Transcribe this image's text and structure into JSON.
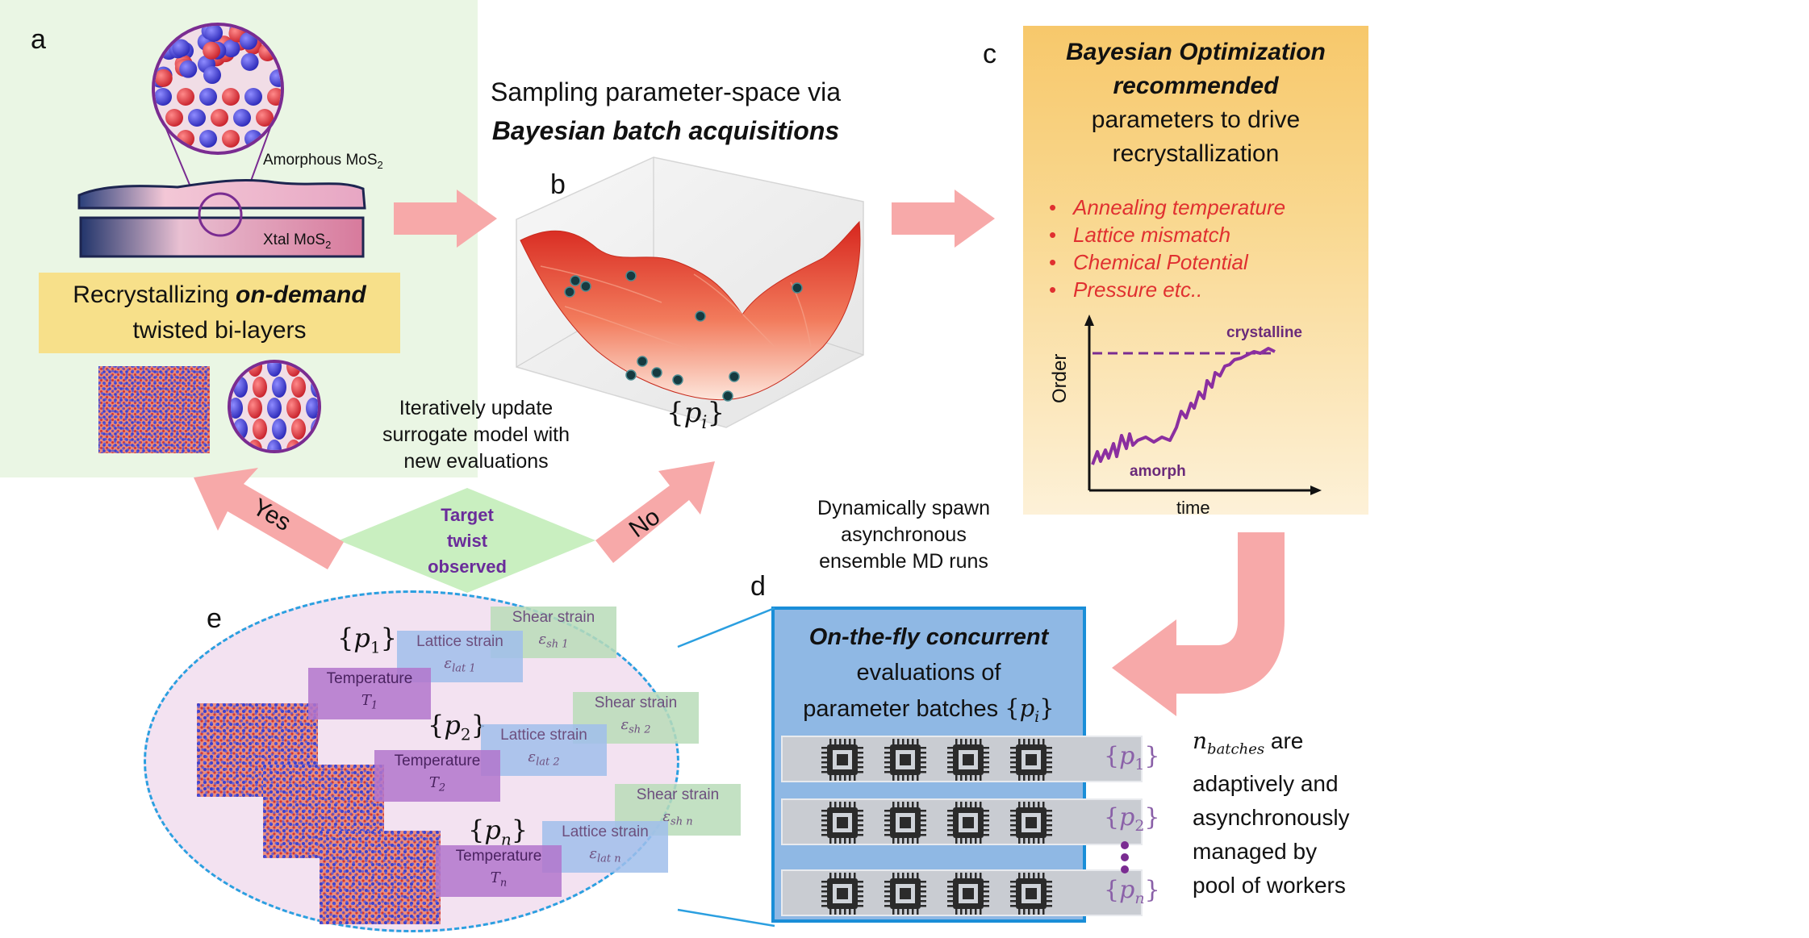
{
  "panels": {
    "a": "a",
    "b": "b",
    "c": "c",
    "d": "d",
    "e": "e"
  },
  "panel_a": {
    "amorphous_label": "Amorphous MoS",
    "amorphous_sub": "2",
    "xtal_label": "Xtal MoS",
    "xtal_sub": "2",
    "caption_line1_prefix": "Recrystallizing ",
    "caption_line1_emph": "on-demand",
    "caption_line2": "twisted bi-layers"
  },
  "panel_b": {
    "title_line1": "Sampling parameter-space  via",
    "title_line2": "Bayesian batch acquisitions",
    "set_label_open": "{",
    "set_label_var": "p",
    "set_label_sub": "i",
    "set_label_close": "}"
  },
  "panel_c": {
    "title_line1": "Bayesian Optimization",
    "title_line2": "recommended",
    "title_line3": "parameters to drive",
    "title_line4": "recrystallization",
    "bullets": [
      "Annealing temperature",
      "Lattice mismatch",
      "Chemical Potential",
      "Pressure etc.."
    ],
    "bullet_glyph": "•",
    "plot_ylabel": "Order",
    "plot_xlabel": "time",
    "plot_label_top": "crystalline",
    "plot_label_bottom": "amorph"
  },
  "loop": {
    "update_text": [
      "Iteratively update",
      "surrogate model with",
      "new evaluations"
    ],
    "decision_lines": [
      "Target",
      "twist",
      "observed"
    ],
    "yes_label": "Yes",
    "no_label": "No",
    "spawn_text": [
      "Dynamically spawn",
      "asynchronous",
      "ensemble MD runs"
    ]
  },
  "panel_d": {
    "title_emph": "On-the-fly concurrent",
    "title_line2": "evaluations of",
    "title_line3_prefix": "parameter batches ",
    "title_line3_var": "p",
    "title_line3_sub": "i",
    "rows": [
      {
        "var": "p",
        "sub": "1"
      },
      {
        "var": "p",
        "sub": "2"
      },
      {
        "var": "p",
        "sub": "n"
      }
    ],
    "batches_var": "n",
    "batches_sub": "batches",
    "batches_text": [
      " are",
      "adaptively and",
      "asynchronously",
      "managed by",
      "pool of workers"
    ]
  },
  "panel_e": {
    "sets": [
      {
        "var": "p",
        "sub": "1",
        "temp": "Temperature",
        "temp_sym": "T",
        "temp_sub": "1",
        "lat": "Lattice strain",
        "lat_sym": "ε",
        "lat_sub": "lat 1",
        "shear": "Shear strain",
        "shear_sym": "ε",
        "shear_sub": "sh 1"
      },
      {
        "var": "p",
        "sub": "2",
        "temp": "Temperature",
        "temp_sym": "T",
        "temp_sub": "2",
        "lat": "Lattice strain",
        "lat_sym": "ε",
        "lat_sub": "lat 2",
        "shear": "Shear strain",
        "shear_sym": "ε",
        "shear_sub": "sh 2"
      },
      {
        "var": "p",
        "sub": "n",
        "temp": "Temperature",
        "temp_sym": "T",
        "temp_sub": "n",
        "lat": "Lattice strain",
        "lat_sym": "ε",
        "lat_sub": "lat n",
        "shear": "Shear strain",
        "shear_sym": "ε",
        "shear_sub": "sh n"
      }
    ]
  },
  "colors": {
    "arrow": "#f7a9a9",
    "panel_a_bg": "#eaf6e4",
    "caption_bg": "#f7e08a",
    "panel_c_bg_top": "#f7c86b",
    "panel_c_bg_bottom": "#fdf1d8",
    "panel_d_bg": "#8fb8e4",
    "panel_d_border": "#1a8ed8",
    "decision_bg": "#c9efc0",
    "decision_text": "#6a2c9a",
    "purple": "#7a2c91",
    "ellipse_bg": "#f3e2f1",
    "ellipse_border": "#2b9fe0",
    "bullet_red": "#e03030"
  },
  "icons": {
    "chip": "cpu-chip-icon",
    "atoms": "atom-sphere-icon",
    "lattice": "lattice-patch-icon"
  }
}
